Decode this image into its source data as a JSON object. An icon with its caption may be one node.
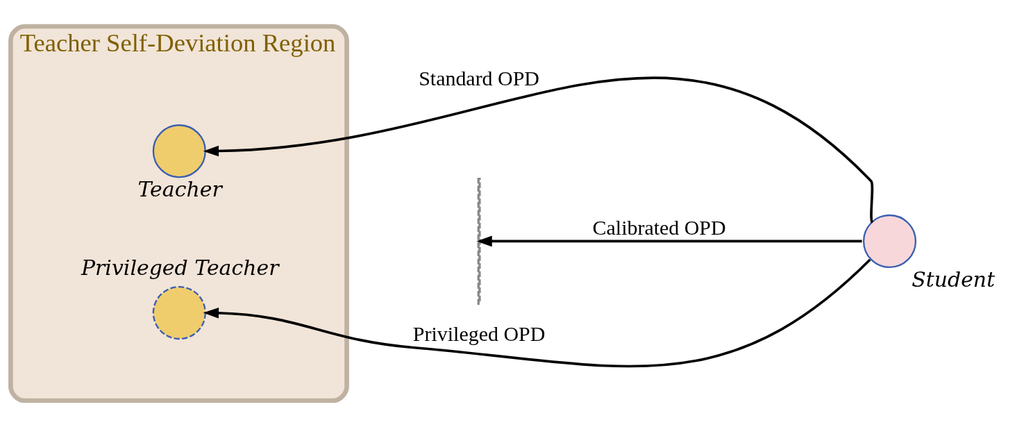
{
  "diagram": {
    "nodes": [
      {
        "text": [
          "Teacher Self-Deviation Region"
        ]
      },
      {
        "text": [
          "Teacher"
        ],
        "in": 0
      },
      {
        "text": [
          "Privileged Teacher"
        ],
        "in": 0
      },
      {
        "text": [],
        "shape": "bar"
      },
      {
        "text": [
          "Student"
        ]
      }
    ],
    "edges": [
      {
        "from": 4,
        "to": 1,
        "arrow": "to",
        "label": "Standard OPD"
      },
      {
        "from": 4,
        "to": 3,
        "arrow": "to",
        "label": "Calibrated OPD"
      },
      {
        "from": 4,
        "to": 2,
        "arrow": "to",
        "label": "Privileged OPD"
      }
    ]
  }
}
